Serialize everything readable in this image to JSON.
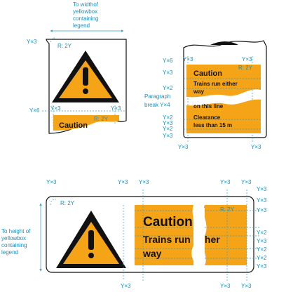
{
  "colors": {
    "amber": "#f5a418",
    "dimension": "#1a8fb8",
    "outline": "#111111"
  },
  "top_left": {
    "width_note": [
      "To widthof",
      "yellowbox",
      "containing",
      "legend"
    ],
    "left_margin": "Y×3",
    "corner_radius": "R: 2Y",
    "side_margin": "Y×6",
    "bottom_left_margin": "Y×3",
    "bottom_right_margin": "Y×3",
    "box_radius": "R: 2Y",
    "legend_fragment": "Caution"
  },
  "top_right": {
    "top_margin_left": "Y×3",
    "top_margin_right": "Y×3",
    "side_labels": [
      "Y×6",
      "Y×3",
      "Y×2"
    ],
    "box_radius": "R: 2Y",
    "title": "Caution",
    "line1": "Trains run either",
    "line2": "way",
    "line3": "on this line",
    "line4": "Clearance",
    "line5": "less than 15 m",
    "paragraph_note": [
      "Paragraph",
      "break Y×4"
    ],
    "lower_labels": [
      "Y×2",
      "Y×3",
      "Y×2",
      "Y×3"
    ],
    "bottom_left": "Y×3",
    "bottom_right": "Y×3"
  },
  "bottom": {
    "top_labels": [
      "Y×3",
      "Y×3",
      "Y×3",
      "Y×3",
      "Y×3"
    ],
    "corner_radius": "R: 2Y",
    "box_radius": "R: 2Y",
    "height_note": [
      "To height of",
      "yellowbox",
      "containing",
      "legend"
    ],
    "title": "Caution",
    "line1": "Trains run either",
    "line2": "way",
    "right_labels": [
      "Y×3",
      "Y×3",
      "Y×3",
      "Y×2",
      "Y×3",
      "Y×2",
      "Y×2",
      "Y×3"
    ],
    "bottom_labels": [
      "Y×3",
      "Y×3",
      "Y×3"
    ]
  }
}
